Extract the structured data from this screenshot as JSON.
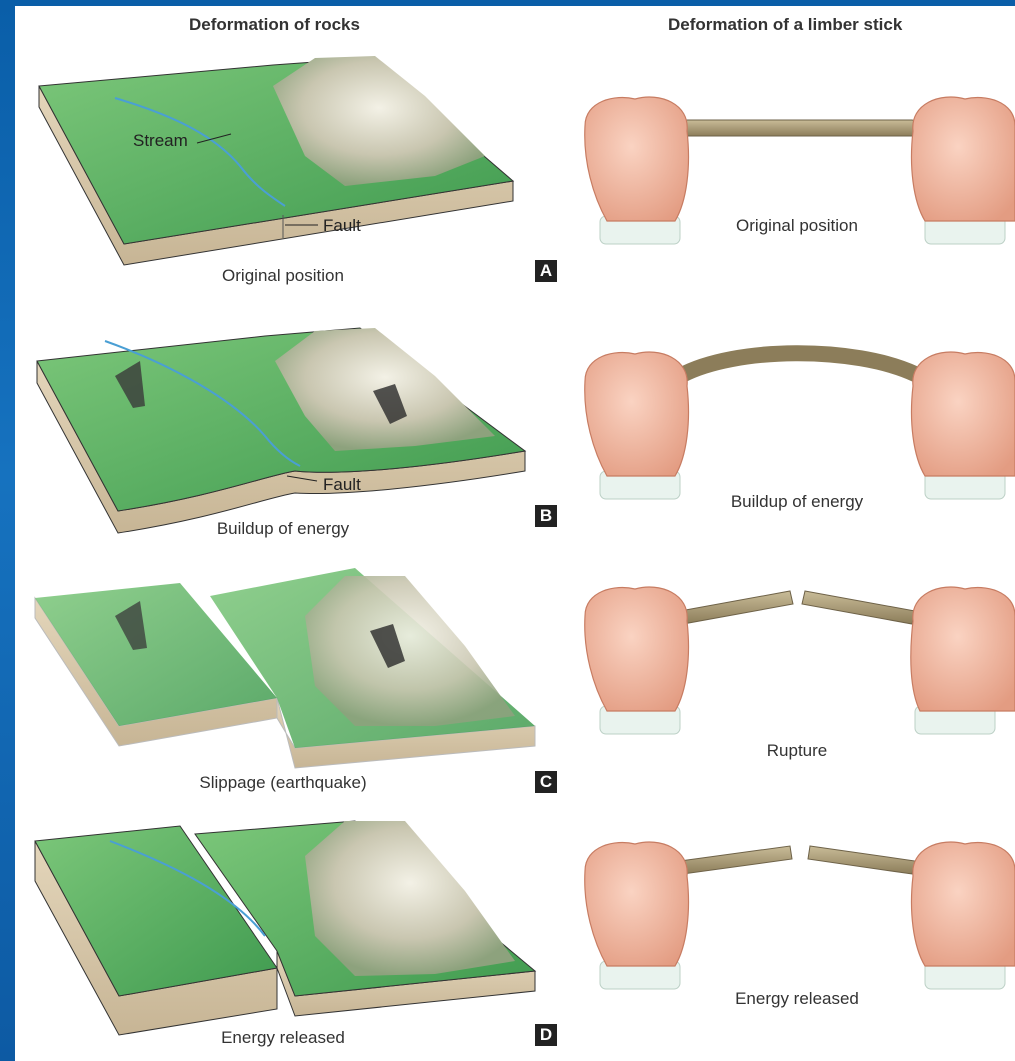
{
  "headings": {
    "rocks": "Deformation of rocks",
    "stick": "Deformation of a limber stick"
  },
  "panels": [
    {
      "letter": "A",
      "rock_caption": "Original position",
      "stick_caption": "Original position"
    },
    {
      "letter": "B",
      "rock_caption": "Buildup of energy",
      "stick_caption": "Buildup of energy"
    },
    {
      "letter": "C",
      "rock_caption": "Slippage (earthquake)",
      "stick_caption": "Rupture"
    },
    {
      "letter": "D",
      "rock_caption": "Energy released",
      "stick_caption": "Energy released"
    }
  ],
  "annotations": {
    "stream": "Stream",
    "fault_a": "Fault",
    "fault_b": "Fault"
  },
  "colors": {
    "background_blue": "#1672bf",
    "terrain_green": "#5fb463",
    "block_side": "#d8c8ad",
    "stream_blue": "#4a9fd4",
    "skin": "#f2b9a3",
    "stick": "#a89a78",
    "badge": "#222222"
  }
}
